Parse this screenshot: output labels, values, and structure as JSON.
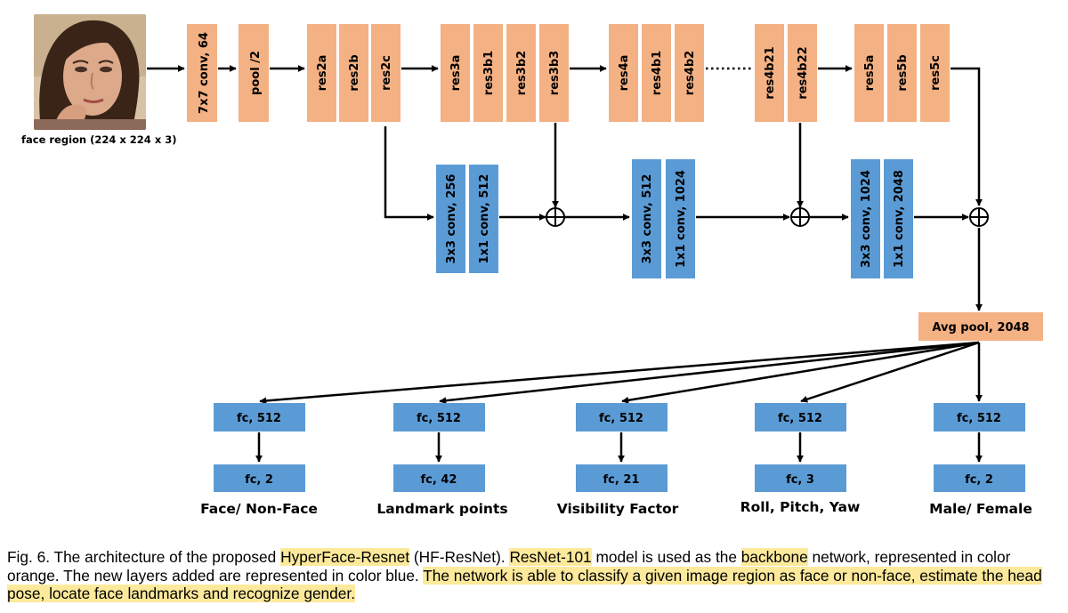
{
  "input": {
    "image_alt": "face photo",
    "caption": "face region (224 x 224 x 3)"
  },
  "backbone": {
    "conv1": "7x7 conv, 64",
    "pool1": "pool /2",
    "res2": [
      "res2a",
      "res2b",
      "res2c"
    ],
    "res3": [
      "res3a",
      "res3b1",
      "res3b2",
      "res3b3"
    ],
    "res4": [
      "res4a",
      "res4b1",
      "res4b2"
    ],
    "res4_end": [
      "res4b21",
      "res4b22"
    ],
    "res5": [
      "res5a",
      "res5b",
      "res5c"
    ],
    "avgpool": "Avg pool, 2048"
  },
  "skip_branches": [
    [
      "3x3 conv, 256",
      "1x1 conv, 512"
    ],
    [
      "3x3 conv, 512",
      "1x1 conv, 1024"
    ],
    [
      "3x3 conv, 1024",
      "1x1 conv, 2048"
    ]
  ],
  "heads": [
    {
      "fc1": "fc, 512",
      "fc2": "fc, 2",
      "label": "Face/ Non-Face"
    },
    {
      "fc1": "fc, 512",
      "fc2": "fc, 42",
      "label": "Landmark points"
    },
    {
      "fc1": "fc, 512",
      "fc2": "fc, 21",
      "label": "Visibility Factor"
    },
    {
      "fc1": "fc, 512",
      "fc2": "fc, 3",
      "label": "Roll, Pitch, Yaw"
    },
    {
      "fc1": "fc, 512",
      "fc2": "fc, 2",
      "label": "Male/ Female"
    }
  ],
  "colors": {
    "backbone": "#f4b183",
    "new_layers": "#5b9bd5",
    "highlight": "#fde99b",
    "arrow": "#000000"
  },
  "figure_caption": {
    "p1": "Fig. 6. The architecture of the proposed ",
    "h1": "HyperFace-Resnet",
    "p2": " (HF-ResNet). ",
    "h2": "ResNet-101",
    "p3": " model is used as the ",
    "h3": "backbone",
    "p4": " network, represented in color orange. The new layers added are represented in color blue. ",
    "h4": "The network is able to classify a given image region as face or non-face, estimate the head pose, locate face landmarks and recognize gender."
  }
}
